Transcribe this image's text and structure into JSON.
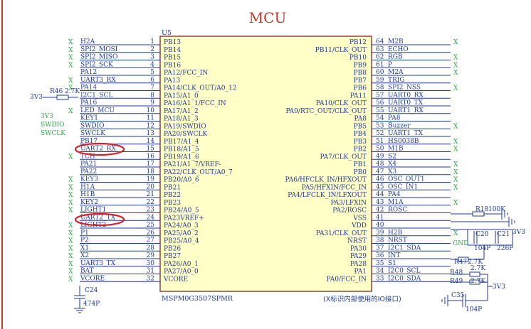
{
  "title": "MCU",
  "refdes": "U5",
  "part_number": "MSPM0G3507SPMR",
  "note": "(X标识内部使用的IO接口)",
  "no_connect_mark": "X",
  "left_pins": [
    {
      "num": "1",
      "pin": "PB13",
      "net": "H2A",
      "nc": true
    },
    {
      "num": "2",
      "pin": "PB14",
      "net": "SPI2_MOSI",
      "nc": true
    },
    {
      "num": "3",
      "pin": "PB15",
      "net": "SPI2_MISO",
      "nc": true
    },
    {
      "num": "4",
      "pin": "PB16",
      "net": "SPI2_SCK",
      "nc": true
    },
    {
      "num": "5",
      "pin": "PA12/FCC_IN",
      "net": "PA12",
      "nc": false
    },
    {
      "num": "6",
      "pin": "PA13",
      "net": "UART3_RX",
      "nc": true
    },
    {
      "num": "7",
      "pin": "PA14/CLK_OUT/A0_12",
      "net": "PA14",
      "nc": true
    },
    {
      "num": "8",
      "pin": "PA15/A1_0",
      "net": "I2C1_SCL",
      "nc": false
    },
    {
      "num": "9",
      "pin": "PA16/A1_1/FCC_IN",
      "net": "PA16",
      "nc": false
    },
    {
      "num": "10",
      "pin": "PA17/A1_2",
      "net": "LED_MCU",
      "nc": true
    },
    {
      "num": "11",
      "pin": "PA18/A1_3",
      "net": "KEY1",
      "nc": false
    },
    {
      "num": "12",
      "pin": "PA19/SWDIO",
      "net": "SWDIO",
      "nc": false
    },
    {
      "num": "13",
      "pin": "PA20/SWCLK",
      "net": "SWCLK",
      "nc": false
    },
    {
      "num": "14",
      "pin": "PB17/A1_4",
      "net": "PB17",
      "nc": false
    },
    {
      "num": "15",
      "pin": "PB18/A1_5",
      "net": "UART2_RX",
      "nc": false
    },
    {
      "num": "16",
      "pin": "PB19/A1_6",
      "net": "TCH",
      "nc": true
    },
    {
      "num": "17",
      "pin": "PA21/A1_7/VREF-",
      "net": "PA21",
      "nc": false
    },
    {
      "num": "18",
      "pin": "PA22/CLK_OUT/A0_7",
      "net": "PA22",
      "nc": false
    },
    {
      "num": "19",
      "pin": "PB20/A0_6",
      "net": "KEY3",
      "nc": true
    },
    {
      "num": "20",
      "pin": "PB21",
      "net": "H1A",
      "nc": true
    },
    {
      "num": "21",
      "pin": "PB22",
      "net": "H1B",
      "nc": true
    },
    {
      "num": "22",
      "pin": "PB23",
      "net": "KEY2",
      "nc": true
    },
    {
      "num": "23",
      "pin": "PB24/A0_5",
      "net": "LIGHT1",
      "nc": true
    },
    {
      "num": "24",
      "pin": "PA23VREF+",
      "net": "UART2_TX",
      "nc": false
    },
    {
      "num": "25",
      "pin": "PA24/A0_3",
      "net": "LIGHT2",
      "nc": true
    },
    {
      "num": "26",
      "pin": "PA25/A0_2",
      "net": "P1",
      "nc": true
    },
    {
      "num": "27",
      "pin": "PB25/A0_4",
      "net": "P2",
      "nc": true
    },
    {
      "num": "28",
      "pin": "PB26",
      "net": "X1",
      "nc": true
    },
    {
      "num": "29",
      "pin": "PB27",
      "net": "X2",
      "nc": true
    },
    {
      "num": "30",
      "pin": "PA26/A0_1",
      "net": "UART3_TX",
      "nc": true
    },
    {
      "num": "31",
      "pin": "PA27/A0_0",
      "net": "BAT",
      "nc": true
    },
    {
      "num": "32",
      "pin": "VCORE",
      "net": "VCORE",
      "nc": true
    }
  ],
  "right_pins": [
    {
      "num": "64",
      "pin": "PB12",
      "net": "M2B",
      "nc": true
    },
    {
      "num": "63",
      "pin": "PB11/CLK_OUT",
      "net": "ECHO",
      "nc": false
    },
    {
      "num": "62",
      "pin": "PB10",
      "net": "RGB",
      "nc": true
    },
    {
      "num": "61",
      "pin": "PB9",
      "net": "P",
      "nc": true
    },
    {
      "num": "60",
      "pin": "PB8",
      "net": "M2A",
      "nc": true
    },
    {
      "num": "59",
      "pin": "PB7",
      "net": "TRIG",
      "nc": false
    },
    {
      "num": "58",
      "pin": "PB6",
      "net": "SPI2_NSS",
      "nc": true
    },
    {
      "num": "57",
      "pin": "PA11",
      "net": "UART0_RX",
      "nc": false
    },
    {
      "num": "56",
      "pin": "PA10/CLK_OUT",
      "net": "UART0_TX",
      "nc": false
    },
    {
      "num": "55",
      "pin": "PA9/RTC_OUT/CLK_OUT",
      "net": "UART1_RX",
      "nc": false
    },
    {
      "num": "54",
      "pin": "PA8",
      "net": "PA8",
      "nc": false
    },
    {
      "num": "53",
      "pin": "PB5",
      "net": "Buzzer",
      "nc": true
    },
    {
      "num": "52",
      "pin": "PB4",
      "net": "UART1_TX",
      "nc": false
    },
    {
      "num": "51",
      "pin": "PB3",
      "net": "HS0038B",
      "nc": true
    },
    {
      "num": "50",
      "pin": "PB2",
      "net": "M1B",
      "nc": true
    },
    {
      "num": "49",
      "pin": "PA7/CLK_OUT",
      "net": "S2",
      "nc": false
    },
    {
      "num": "48",
      "pin": "PB1",
      "net": "X4",
      "nc": true
    },
    {
      "num": "47",
      "pin": "PB0",
      "net": "X3",
      "nc": true
    },
    {
      "num": "46",
      "pin": "PA6/HFCLK_IN/HFXOUT",
      "net": "OSC_OUT1",
      "nc": true
    },
    {
      "num": "45",
      "pin": "PA5/HFXIN/FCC_IN",
      "net": "OSC_IN1",
      "nc": true
    },
    {
      "num": "44",
      "pin": "PA4/LFCLK_IN/LFXOUT",
      "net": "PA4",
      "nc": false
    },
    {
      "num": "43",
      "pin": "PA3/LFXIN",
      "net": "M1A",
      "nc": true
    },
    {
      "num": "42",
      "pin": "PA2/ROSC",
      "net": "ROSC",
      "nc": false
    },
    {
      "num": "41",
      "pin": "VSS",
      "net": "",
      "nc": false
    },
    {
      "num": "40",
      "pin": "VDD",
      "net": "",
      "nc": false
    },
    {
      "num": "39",
      "pin": "PA31/CLK_OUT",
      "net": "H2B",
      "nc": true
    },
    {
      "num": "38",
      "pin": "NRST",
      "net": "NRST",
      "nc": false
    },
    {
      "num": "37",
      "pin": "PA30",
      "net": "I2C1_SDA",
      "nc": false
    },
    {
      "num": "36",
      "pin": "PA29",
      "net": "INT",
      "nc": false
    },
    {
      "num": "35",
      "pin": "PA28",
      "net": "S1",
      "nc": false
    },
    {
      "num": "34",
      "pin": "PA1",
      "net": "I2C0_SCL",
      "nc": false
    },
    {
      "num": "33",
      "pin": "PA0/FCC_IN",
      "net": "I2C0_SDA",
      "nc": false
    }
  ],
  "swd_labels": [
    "3V3",
    "SWDIO",
    "SWCLK"
  ],
  "components": {
    "r46": {
      "ref": "R46",
      "value": "2.7K",
      "supply": "3V3"
    },
    "c24": {
      "ref": "C24",
      "value": "474P"
    },
    "r18": {
      "ref": "R18",
      "value": "100K"
    },
    "c20": {
      "ref": "C20",
      "value": "104P"
    },
    "c21": {
      "ref": "C21",
      "value": "226P"
    },
    "r47": {
      "ref": "R47",
      "value": "2.7K"
    },
    "r48": {
      "ref": "R48",
      "value": "2.7K"
    },
    "r49": {
      "ref": "R49",
      "value": "2.7K"
    },
    "c35": {
      "ref": "C35",
      "value": "104P"
    },
    "gnd_label": "GND",
    "supply_label": "3V3"
  }
}
